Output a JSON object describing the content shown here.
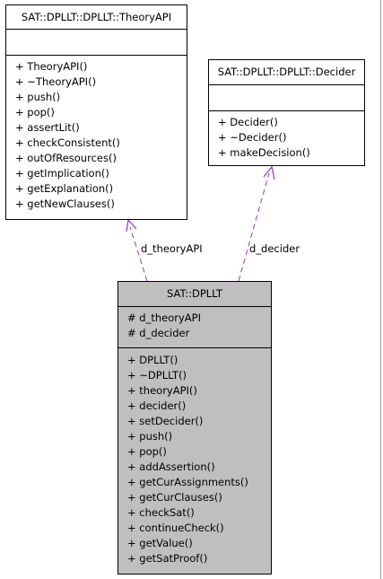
{
  "classes": {
    "theory_api": {
      "name": "SAT::DPLLT::DPLLT::TheoryAPI",
      "attributes": [],
      "operations": [
        "+ TheoryAPI()",
        "+ ~TheoryAPI()",
        "+ push()",
        "+ pop()",
        "+ assertLit()",
        "+ checkConsistent()",
        "+ outOfResources()",
        "+ getImplication()",
        "+ getExplanation()",
        "+ getNewClauses()"
      ]
    },
    "decider": {
      "name": "SAT::DPLLT::DPLLT::Decider",
      "attributes": [],
      "operations": [
        "+ Decider()",
        "+ ~Decider()",
        "+ makeDecision()"
      ]
    },
    "dpllt": {
      "name": "SAT::DPLLT",
      "attributes": [
        "# d_theoryAPI",
        "# d_decider"
      ],
      "operations": [
        "+ DPLLT()",
        "+ ~DPLLT()",
        "+ theoryAPI()",
        "+ decider()",
        "+ setDecider()",
        "+ push()",
        "+ pop()",
        "+ addAssertion()",
        "+ getCurAssignments()",
        "+ getCurClauses()",
        "+ checkSat()",
        "+ continueCheck()",
        "+ getValue()",
        "+ getSatProof()"
      ]
    }
  },
  "edges": {
    "theory_api_edge": {
      "label": "d_theoryAPI",
      "color": "#9a32cd"
    },
    "decider_edge": {
      "label": "d_decider",
      "color": "#9a32cd"
    }
  },
  "colors": {
    "main_class_fill": "#bfbfbf",
    "class_fill": "#ffffff",
    "border": "#000000"
  }
}
